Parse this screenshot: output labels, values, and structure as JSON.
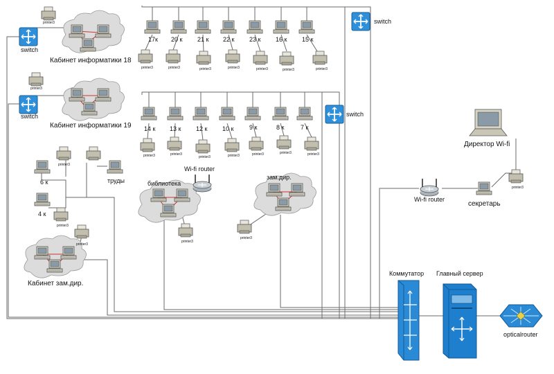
{
  "labels": {
    "switch": "switch",
    "printer": "printer3",
    "room_inf18": "Кабинет информатики 18",
    "room_inf19": "Кабинет информатики 19",
    "room_zamdir": "Кабинет зам.дир.",
    "pc_6k": "6 к",
    "pc_4k": "4 к",
    "pc_trudy": "труды",
    "top_row": [
      "17к",
      "20 к",
      "21 к",
      "22 к",
      "23 к",
      "16 к",
      "15 к"
    ],
    "mid_row": [
      "14 к",
      "13 к",
      "12 к",
      "10 к",
      "9 к",
      "8 к",
      "7 к"
    ],
    "library": "библиотека",
    "wifi_router_lib": "Wi-fi router",
    "zamdir": "зам.дир.",
    "director_wifi": "Директор Wi-fi",
    "wifi_router_right": "Wi-fi router",
    "secretary": "секретарь",
    "kommutator": "Коммутатор",
    "main_server": "Главный сервер",
    "optical_router": "opticalrouter"
  },
  "colors": {
    "switch_fill": "#2f8fd8",
    "server_fill": "#1e7fcf",
    "cloud_fill": "#dcdcdc",
    "link_red": "#cc3333",
    "wire": "#6a6a6a",
    "device_fill": "#d7d4c4"
  }
}
